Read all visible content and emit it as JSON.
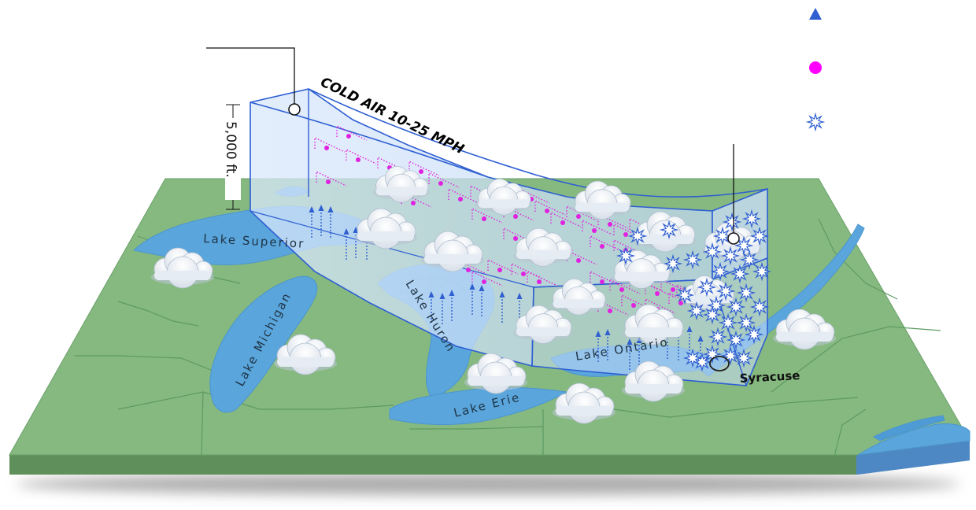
{
  "banner": "COLD AIR 10-25 MPH",
  "height_label": "5,000 ft.",
  "city": "Syracuse",
  "lakes": {
    "superior": "Lake Superior",
    "michigan": "Lake Michigan",
    "huron": "Lake Huron",
    "erie": "Lake Erie",
    "ontario": "Lake Ontario"
  },
  "legend": [
    {
      "icon": "triangle-icon",
      "color": "#2f5fd0"
    },
    {
      "icon": "dot-icon",
      "color": "#ff00ff"
    },
    {
      "icon": "snowflake-icon",
      "color": "#2f5fd0"
    }
  ],
  "colors": {
    "land": "#86b980",
    "land_edge": "#5f9a62",
    "water": "#5aa6dc",
    "air_mass": "#cfe2f8",
    "outline": "#2e5fd2",
    "moisture": "#e021e0",
    "snow": "#2f5fd0"
  }
}
